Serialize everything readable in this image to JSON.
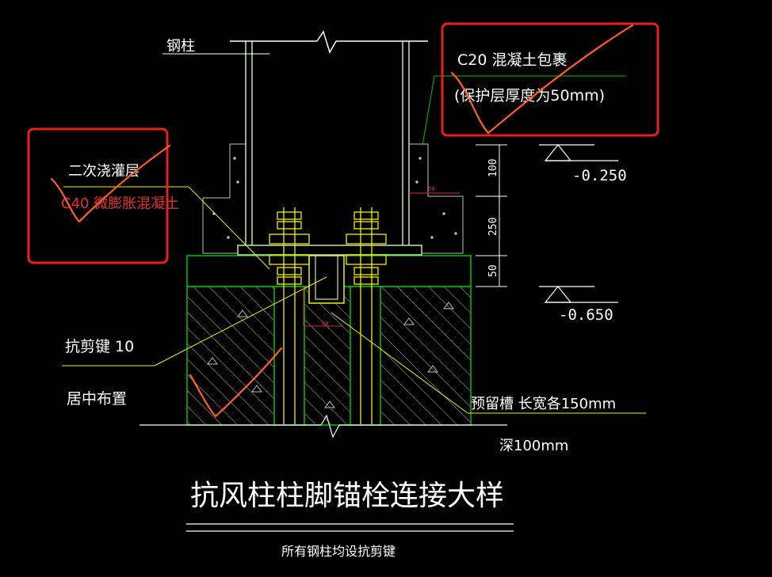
{
  "labels": {
    "steel_column": "钢柱",
    "encasement_line1": "C20 混凝土包裹",
    "encasement_line2": "(保护层厚度为50mm)",
    "grout_line1": "二次浇灌层",
    "grout_line2": "C40 微膨胀混凝土",
    "shear_key": "抗剪键 10",
    "centered": "居中布置",
    "groove_line1": "预留槽 长宽各150mm",
    "groove_line2": "深100mm",
    "title": "抗风柱柱脚锚栓连接大样",
    "subtitle": "所有钢柱均设抗剪键"
  },
  "elevations": {
    "upper": "-0.250",
    "lower": "-0.650"
  },
  "dimensions": {
    "d1": "100",
    "d2": "250",
    "d3": "50",
    "small_top": "50",
    "small_bottom": "60"
  },
  "colors": {
    "background": "#000000",
    "concrete": "#00c000",
    "steel": "#c8e6a0",
    "leader": "#f0f000",
    "bolt": "#f0f000",
    "text": "#ffffff",
    "red_text": "#e03030",
    "annotation_box": "#e8201a",
    "handwriting": "#ff6020",
    "dim": "#ffffff"
  }
}
